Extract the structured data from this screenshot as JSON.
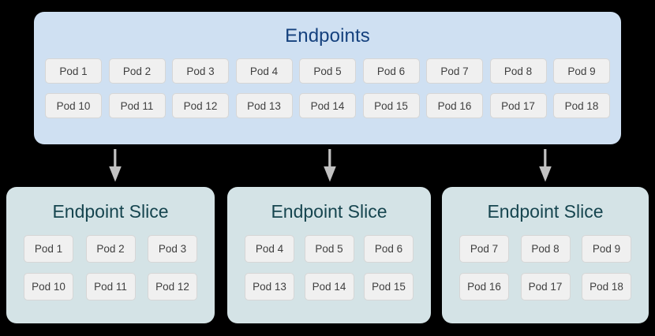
{
  "colors": {
    "canvas": "#000000",
    "endpoints_fill": "#cfe0f2",
    "endpoints_title": "#15417e",
    "slice_fill": "#d4e3e6",
    "slice_title": "#16454f",
    "pod_fill": "#f0f0f0",
    "pod_border": "#d6d6d6",
    "pod_text": "#3f3f3f",
    "arrow": "#c2c2c2"
  },
  "endpoints": {
    "title": "Endpoints",
    "rows": [
      [
        "Pod 1",
        "Pod 2",
        "Pod 3",
        "Pod 4",
        "Pod 5",
        "Pod 6",
        "Pod 7",
        "Pod 8",
        "Pod 9"
      ],
      [
        "Pod 10",
        "Pod 11",
        "Pod 12",
        "Pod 13",
        "Pod 14",
        "Pod 15",
        "Pod 16",
        "Pod 17",
        "Pod 18"
      ]
    ]
  },
  "arrows": [
    {
      "name": "arrow-to-slice-1"
    },
    {
      "name": "arrow-to-slice-2"
    },
    {
      "name": "arrow-to-slice-3"
    }
  ],
  "slices": [
    {
      "title": "Endpoint Slice",
      "rows": [
        [
          "Pod 1",
          "Pod 2",
          "Pod 3"
        ],
        [
          "Pod 10",
          "Pod 11",
          "Pod 12"
        ]
      ]
    },
    {
      "title": "Endpoint Slice",
      "rows": [
        [
          "Pod 4",
          "Pod 5",
          "Pod 6"
        ],
        [
          "Pod 13",
          "Pod 14",
          "Pod 15"
        ]
      ]
    },
    {
      "title": "Endpoint Slice",
      "rows": [
        [
          "Pod 7",
          "Pod 8",
          "Pod 9"
        ],
        [
          "Pod 16",
          "Pod 17",
          "Pod 18"
        ]
      ]
    }
  ]
}
